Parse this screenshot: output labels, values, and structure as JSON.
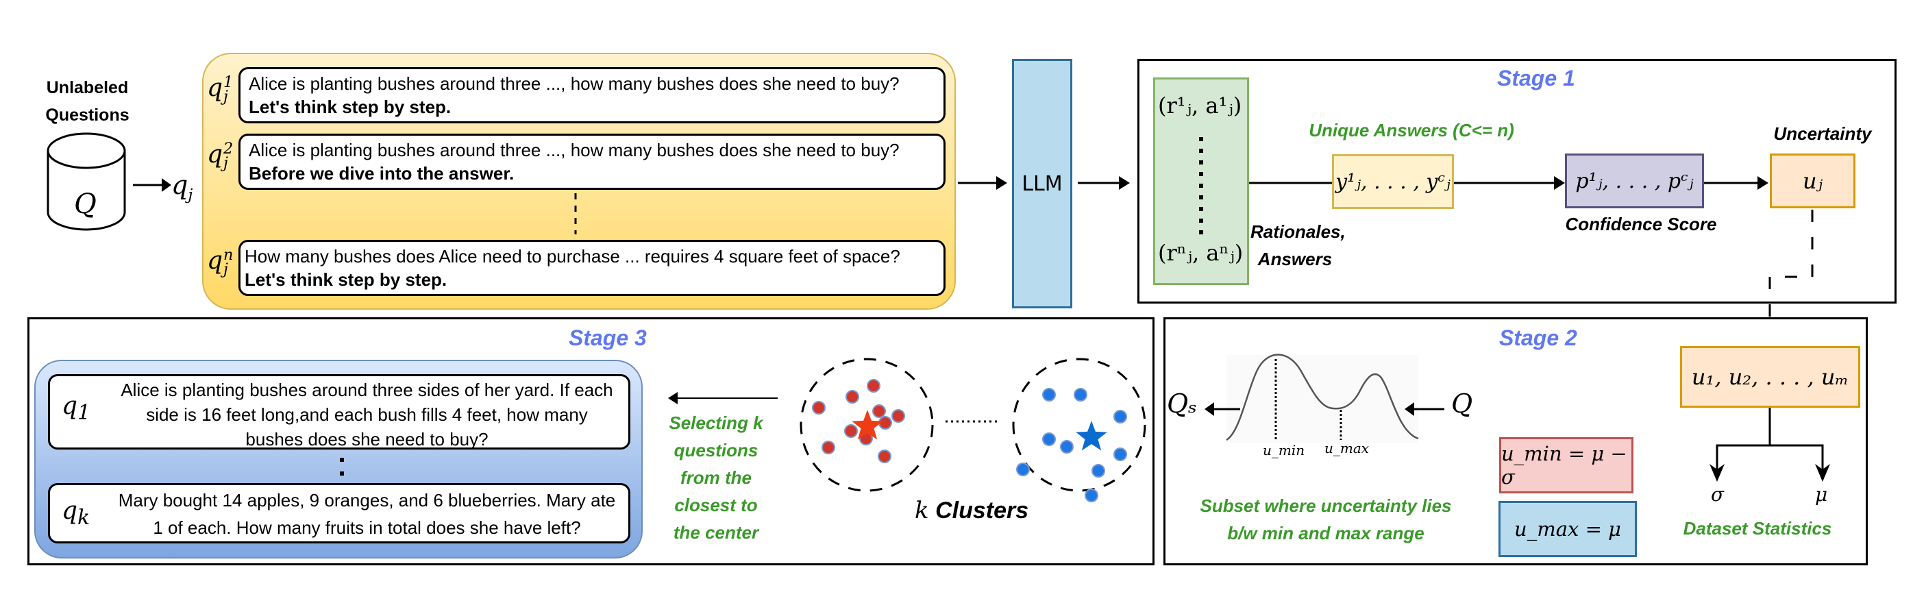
{
  "input": {
    "title_line1": "Unlabeled",
    "title_line2": "Questions",
    "db_symbol": "Q",
    "query_symbol": "q",
    "query_subscript": "j"
  },
  "prompts": {
    "items": [
      {
        "label_base": "q",
        "label_sup": "1",
        "label_sub": "j",
        "question": "Alice is planting bushes around three ..., how many bushes does she need to buy?",
        "trigger": "Let's think step by step."
      },
      {
        "label_base": "q",
        "label_sup": "2",
        "label_sub": "j",
        "question": "Alice is planting bushes around three ..., how many bushes does she need to buy?",
        "trigger": "Before we dive into the answer."
      },
      {
        "label_base": "q",
        "label_sup": "n",
        "label_sub": "j",
        "question": "How many bushes does Alice need to purchase ... requires 4 square feet of space?",
        "trigger": "Let's think step by step."
      }
    ]
  },
  "llm": {
    "label": "LLM"
  },
  "stage1": {
    "title": "Stage 1",
    "rationale_first": "(r¹ⱼ, a¹ⱼ)",
    "rationale_last": "(rⁿⱼ, aⁿⱼ)",
    "rationales_label_line1": "Rationales,",
    "rationales_label_line2": "Answers",
    "unique_answers_label": "Unique Answers (C<= n)",
    "unique_answers_box": "y¹ⱼ, . . . , yᶜⱼ",
    "confidence_box": "p¹ⱼ, . . . , pᶜⱼ",
    "confidence_label": "Confidence Score",
    "uncertainty_label": "Uncertainty",
    "uncertainty_box": "uⱼ"
  },
  "stage2": {
    "title": "Stage 2",
    "uncertainties_box": "u₁, u₂, . . . , uₘ",
    "sigma": "σ",
    "mu": "μ",
    "stats_label": "Dataset Statistics",
    "umin_eq": "u_min = μ − σ",
    "umax_eq": "u_max = μ",
    "Q_in": "Q",
    "Qs_out": "Qₛ",
    "umin_tick": "u_min",
    "umax_tick": "u_max",
    "subset_label_line1": "Subset where uncertainty lies",
    "subset_label_line2": "b/w  min and max range"
  },
  "stage3": {
    "title": "Stage 3",
    "selected": [
      {
        "label_base": "q",
        "label_sub": "1",
        "text": "Alice is planting bushes around three sides of her yard. If each side is 16 feet long,and each bush fills 4 feet, how many bushes does she need to buy?"
      },
      {
        "label_base": "q",
        "label_sub": "k",
        "text": "Mary bought 14 apples, 9 oranges, and 6 blueberries. Mary ate 1 of each. How many fruits in total does she have left?"
      }
    ],
    "select_label": [
      "Selecting k",
      "questions",
      "from the",
      "closest to",
      "the center"
    ],
    "clusters_k": "k",
    "clusters_label": "Clusters"
  },
  "colors": {
    "stage_title": "#5f78f0",
    "green_label": "#3a9a2a",
    "prompt_bg_top": "#fff2cc",
    "prompt_bg_bottom": "#ffd966",
    "llm_fill": "#b8dcee",
    "llm_border": "#2e6e9e",
    "rationale_fill": "#d5e8d4",
    "rationale_border": "#82b366",
    "yellow_fill": "#fff2cc",
    "yellow_border": "#d6b656",
    "purple_fill": "#d0cee2",
    "purple_border": "#56517e",
    "orange_fill": "#ffe6cc",
    "orange_border": "#d79b00",
    "red_fill": "#f8cecc",
    "red_border": "#b85450",
    "blue_fill": "#b8dcee",
    "blue_border": "#2e6e9e",
    "cluster_red": "#d0362a",
    "cluster_blue": "#1f77e4",
    "star_red": "#f03c14",
    "star_blue": "#0b6cd0"
  }
}
